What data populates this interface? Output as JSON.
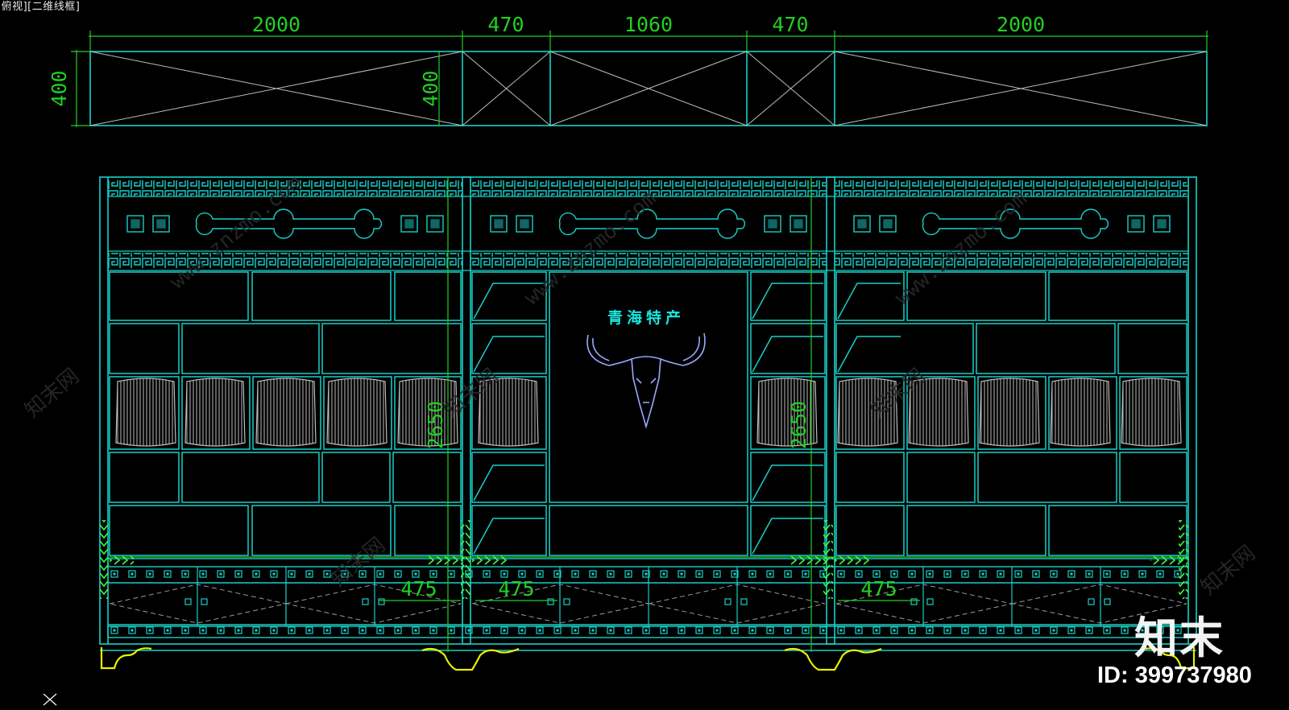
{
  "viewport": {
    "label": "[俯视][二维线框]"
  },
  "plan": {
    "widths": [
      "2000",
      "470",
      "1060",
      "470",
      "2000"
    ],
    "depth_left": "400",
    "depth_inner": "400"
  },
  "elevation": {
    "title": "青海特产",
    "height_left": "2650",
    "height_right": "2650",
    "drawer_widths": [
      "475",
      "475",
      "475"
    ]
  },
  "watermark": {
    "logo": "知末",
    "id": "ID: 399737980",
    "site": "www.znzmo.com",
    "site_cn": "知末网"
  },
  "colors": {
    "background": "#000000",
    "cyan": "#18d0c8",
    "dim_green": "#22d022",
    "bright_green": "#3cff3c",
    "yellow": "#e8f000",
    "gray": "#c0c0c0"
  }
}
